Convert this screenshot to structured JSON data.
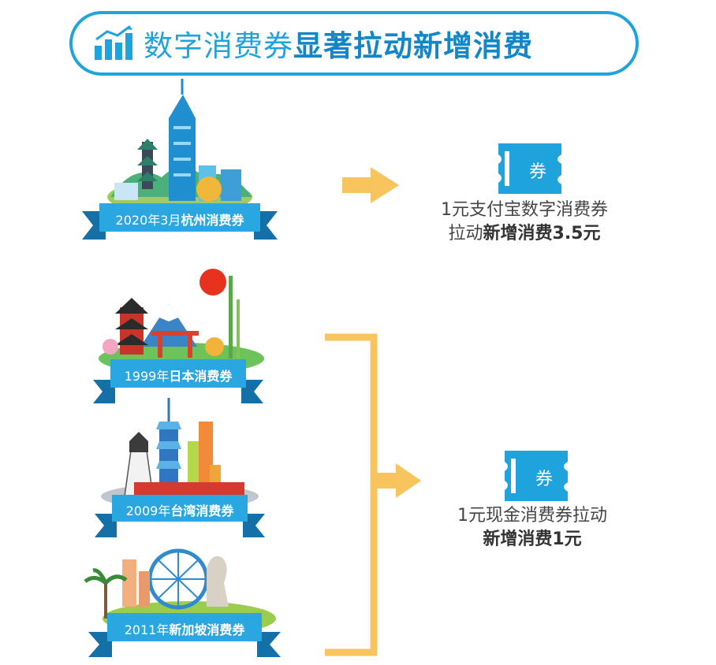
{
  "title": {
    "light": "数字消费券",
    "bold": "显著拉动新增消费"
  },
  "coupons": [
    {
      "year": "2020年3月",
      "name": "杭州消费券"
    },
    {
      "year": "1999年",
      "name": "日本消费券"
    },
    {
      "year": "2009年",
      "name": "台湾消费券"
    },
    {
      "year": "2011年",
      "name": "新加坡消费券"
    }
  ],
  "ticket_glyph": "券",
  "results": [
    {
      "line1": "1元支付宝数字消费券",
      "line2_prefix": "拉动",
      "line2_bold": "新增消费3.5元"
    },
    {
      "line1": "1元现金消费券拉动",
      "line2_bold": "新增消费1元"
    }
  ],
  "colors": {
    "blue": "#1fa3dc",
    "dark_blue": "#1286c6",
    "arrow": "#f7c45e",
    "ribbon": "#2aa6e0",
    "ribbon_dark": "#1670a8"
  },
  "icons": [
    "bar-chart-icon",
    "ticket-icon",
    "arrow-right-icon",
    "bracket-arrow-icon"
  ]
}
